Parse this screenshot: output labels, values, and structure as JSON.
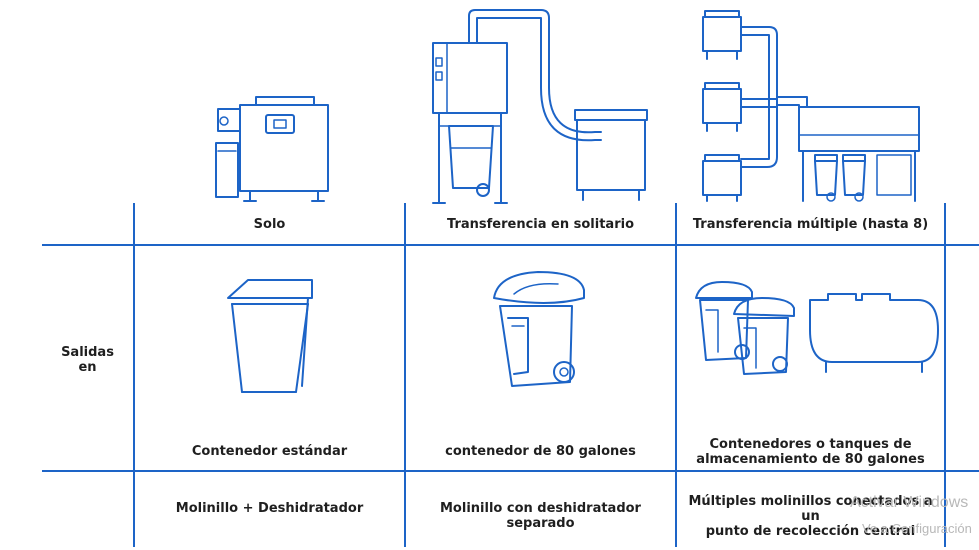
{
  "columns": [
    {
      "id": "solo",
      "label": "Solo"
    },
    {
      "id": "transferencia-solitario",
      "label": "Transferencia en solitario"
    },
    {
      "id": "transferencia-multiple",
      "label": "Transferencia múltiple (hasta 8)"
    }
  ],
  "row_outputs": {
    "label_line1": "Salidas",
    "label_line2": "en",
    "cells": [
      {
        "label": "Contenedor estándar"
      },
      {
        "label": "contenedor de 80 galones"
      },
      {
        "line1": "Contenedores o tanques de",
        "line2": "almacenamiento de 80 galones"
      }
    ]
  },
  "row_components": {
    "cells": [
      {
        "label": "Molinillo + Deshidratador"
      },
      {
        "label": "Molinillo con deshidratador separado"
      },
      {
        "line1": "Múltiples molinillos conectados a un",
        "line2": "punto de recolección central"
      }
    ]
  },
  "watermark": {
    "line1": "Activar Windows",
    "line2": "Ve a Configuración"
  },
  "colors": {
    "line": "#1d64c7",
    "text": "#1f1f1f",
    "watermark": "#b8b8b8"
  }
}
